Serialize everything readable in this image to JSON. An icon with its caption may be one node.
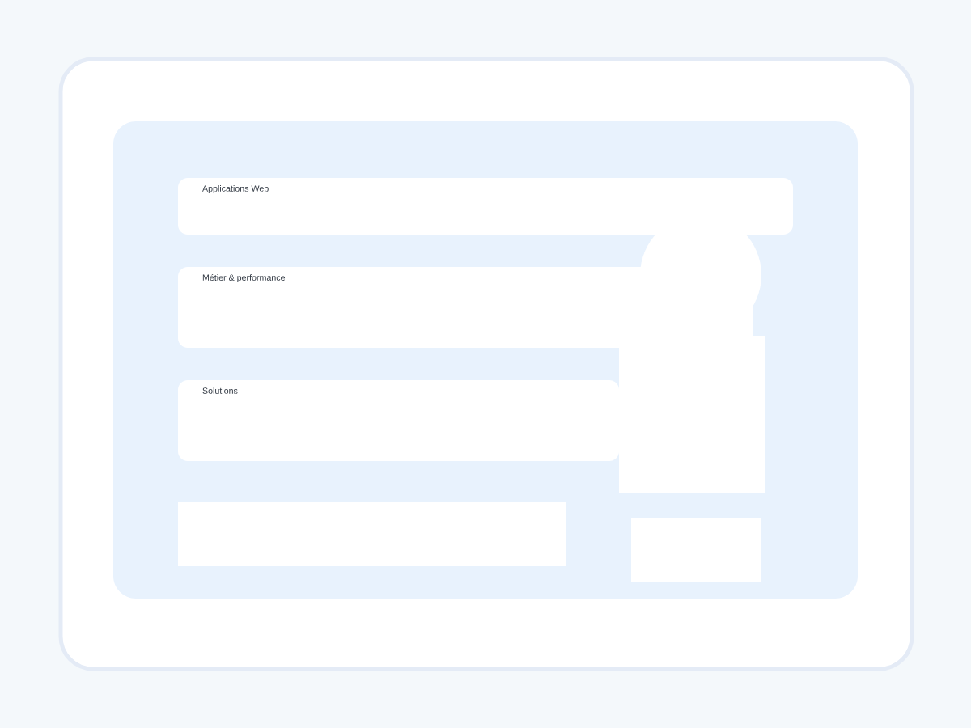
{
  "diagram": {
    "nodes": [
      {
        "text": [],
        "shape": "box"
      },
      {
        "text": [],
        "shape": "box",
        "in": 0
      },
      {
        "text": [
          "Applications Web"
        ],
        "in": 1
      },
      {
        "text": [
          "Métier & performance"
        ],
        "in": 1
      },
      {
        "text": [
          "Solutions"
        ],
        "in": 1
      },
      {
        "text": [],
        "shape": "box",
        "in": 1
      },
      {
        "text": [],
        "shape": "circle",
        "in": 1
      },
      {
        "text": [],
        "shape": "box",
        "in": 1
      },
      {
        "text": [],
        "shape": "box",
        "in": 1
      }
    ]
  }
}
